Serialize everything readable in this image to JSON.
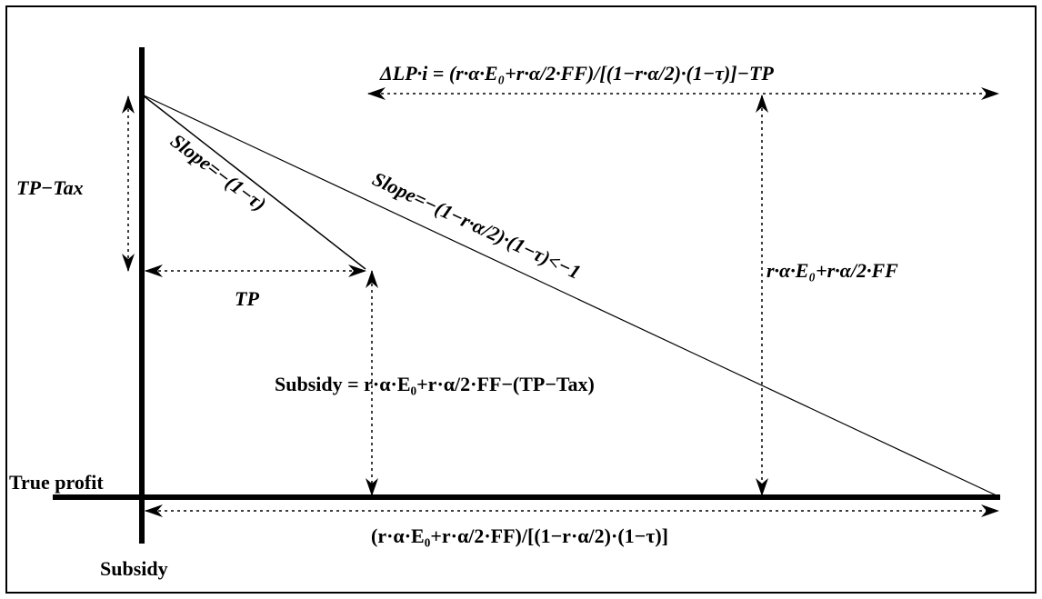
{
  "diagram": {
    "axis_labels": {
      "true_profit": "True profit",
      "subsidy": "Subsidy"
    },
    "labels": {
      "tp_minus_tax": "TP−Tax",
      "tp": "TP",
      "slope_steep": "Slope=−(1−τ)",
      "slope_shallow": "Slope=−(1−r·α/2)·(1−τ)<−1",
      "delta_lp": "ΔLP·i = (r·α·E₀+r·α/2·FF)/[(1−r·α/2)·(1−τ)]−TP",
      "vertical_height": "r·α·E₀+r·α/2·FF",
      "subsidy_eq": "Subsidy = r·α·E₀+r·α/2·FF−(TP−Tax)",
      "bottom_width": "(r·α·E₀+r·α/2·FF)/[(1−r·α/2)·(1−τ)]"
    },
    "colors": {
      "ink": "#000000",
      "background": "#ffffff"
    }
  }
}
